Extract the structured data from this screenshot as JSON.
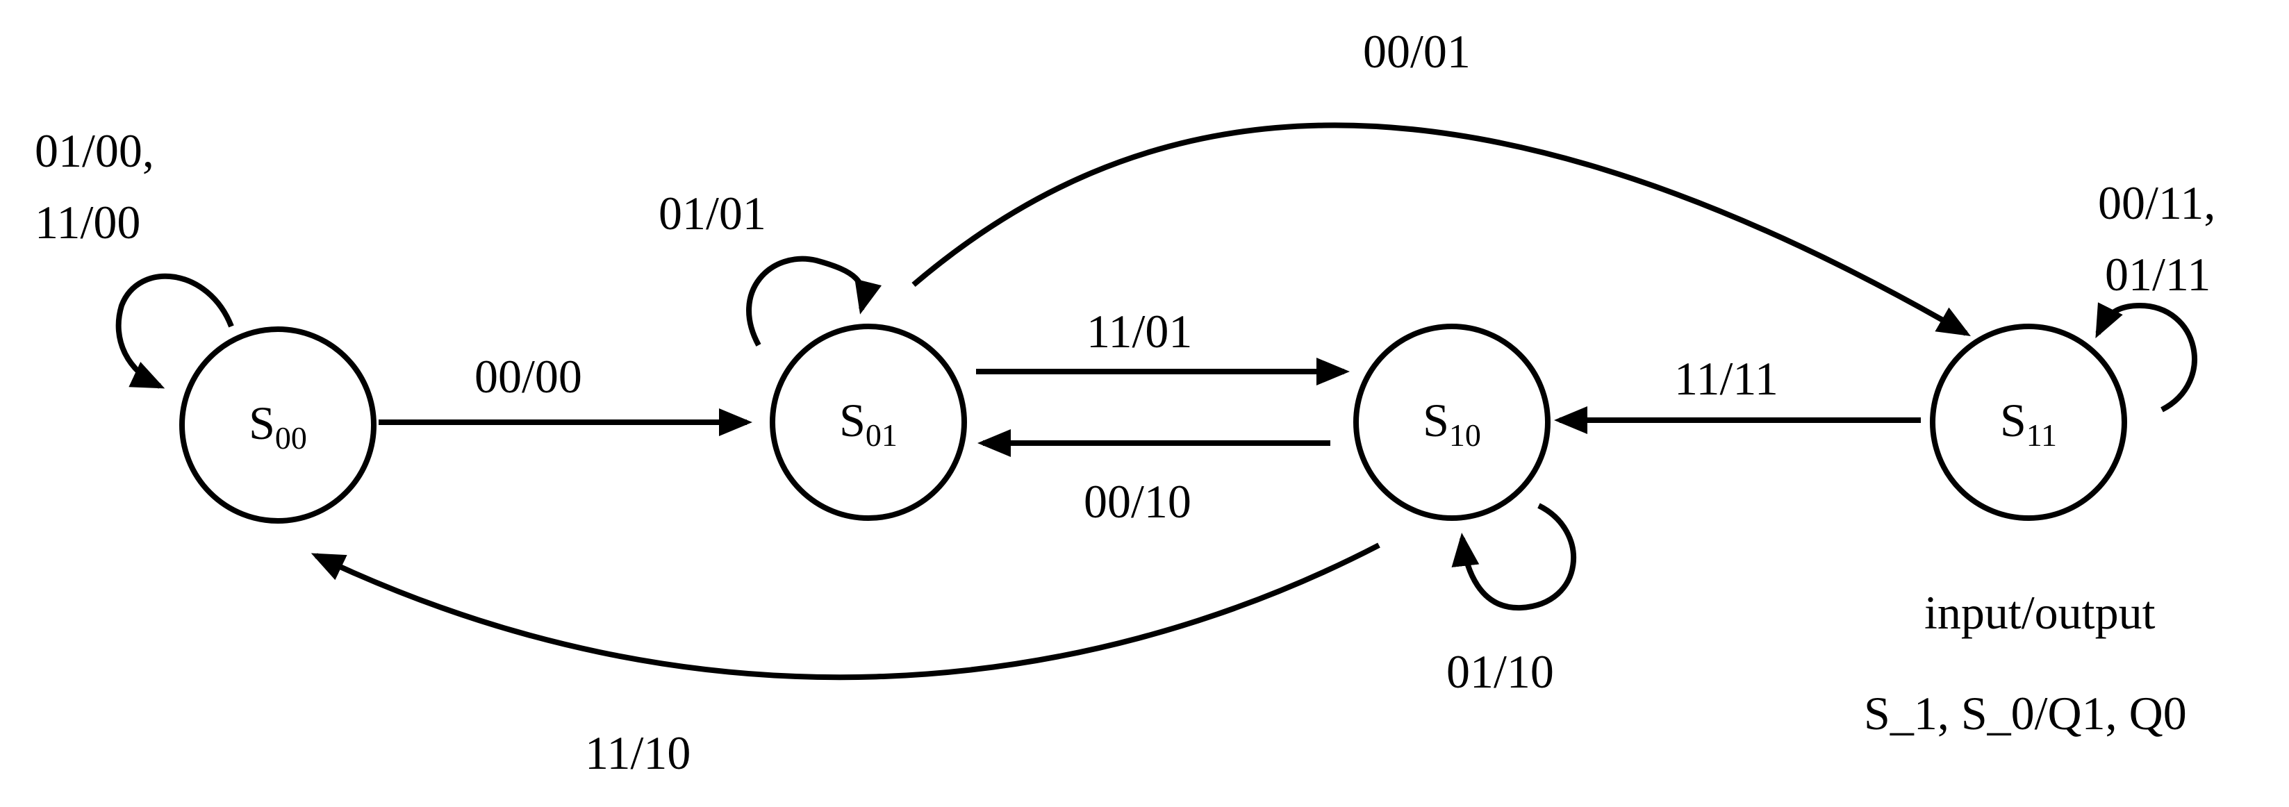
{
  "diagram": {
    "colors": {
      "stroke": "#000000",
      "background": "#ffffff",
      "text": "#000000"
    },
    "states": [
      {
        "id": "s00",
        "base": "S",
        "sub": "00"
      },
      {
        "id": "s01",
        "base": "S",
        "sub": "01"
      },
      {
        "id": "s10",
        "base": "S",
        "sub": "10"
      },
      {
        "id": "s11",
        "base": "S",
        "sub": "11"
      }
    ],
    "transitions": [
      {
        "id": "t-s00-self",
        "from": "S00",
        "to": "S00",
        "label_lines": [
          "01/00,",
          "11/00"
        ]
      },
      {
        "id": "t-s00-s01",
        "from": "S00",
        "to": "S01",
        "label_lines": [
          "00/00"
        ]
      },
      {
        "id": "t-s01-self",
        "from": "S01",
        "to": "S01",
        "label_lines": [
          "01/01"
        ]
      },
      {
        "id": "t-s01-s10",
        "from": "S01",
        "to": "S10",
        "label_lines": [
          "11/01"
        ]
      },
      {
        "id": "t-s10-s01",
        "from": "S10",
        "to": "S01",
        "label_lines": [
          "00/10"
        ]
      },
      {
        "id": "t-s01-s11",
        "from": "S01",
        "to": "S11",
        "label_lines": [
          "00/01"
        ]
      },
      {
        "id": "t-s11-s10",
        "from": "S11",
        "to": "S10",
        "label_lines": [
          "11/11"
        ]
      },
      {
        "id": "t-s11-self",
        "from": "S11",
        "to": "S11",
        "label_lines": [
          "00/11,",
          "01/11"
        ]
      },
      {
        "id": "t-s10-self",
        "from": "S10",
        "to": "S10",
        "label_lines": [
          "01/10"
        ]
      },
      {
        "id": "t-s10-s00",
        "from": "S10",
        "to": "S00",
        "label_lines": [
          "11/10"
        ]
      }
    ],
    "legend": {
      "line1": "input/output",
      "line2": "S_1, S_0/Q1, Q0"
    }
  }
}
